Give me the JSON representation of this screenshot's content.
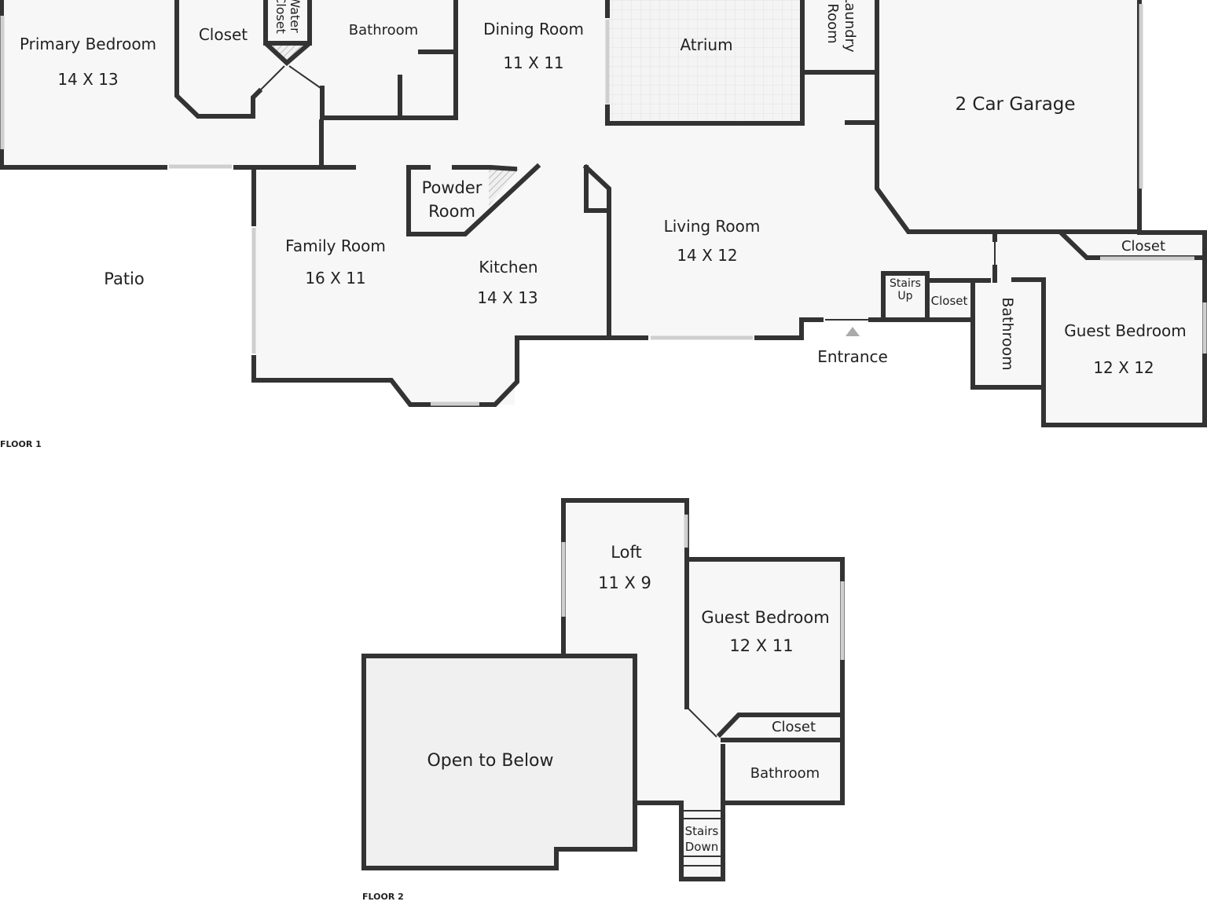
{
  "floor1": {
    "label": "FLOOR 1",
    "rooms": {
      "primary_bedroom": {
        "name": "Primary Bedroom",
        "dims": "14 X 13"
      },
      "closet_primary": {
        "name": "Closet"
      },
      "water_closet": {
        "name1": "Water",
        "name2": "Closet"
      },
      "bathroom_primary": {
        "name": "Bathroom"
      },
      "dining_room": {
        "name": "Dining Room",
        "dims": "11 X 11"
      },
      "atrium": {
        "name": "Atrium"
      },
      "laundry_room": {
        "name1": "Laundry",
        "name2": "Room"
      },
      "garage": {
        "name": "2 Car Garage"
      },
      "powder_room": {
        "name1": "Powder",
        "name2": "Room"
      },
      "family_room": {
        "name": "Family Room",
        "dims": "16 X 11"
      },
      "kitchen": {
        "name": "Kitchen",
        "dims": "14 X 13"
      },
      "living_room": {
        "name": "Living Room",
        "dims": "14 X 12"
      },
      "patio": {
        "name": "Patio"
      },
      "stairs_up": {
        "name1": "Stairs",
        "name2": "Up"
      },
      "closet_entry": {
        "name": "Closet"
      },
      "bathroom_guest": {
        "name": "Bathroom"
      },
      "closet_guest": {
        "name": "Closet"
      },
      "guest_bedroom": {
        "name": "Guest Bedroom",
        "dims": "12 X 12"
      },
      "entrance": {
        "name": "Entrance"
      }
    }
  },
  "floor2": {
    "label": "FLOOR 2",
    "rooms": {
      "loft": {
        "name": "Loft",
        "dims": "11 X 9"
      },
      "guest_bedroom": {
        "name": "Guest Bedroom",
        "dims": "12 X 11"
      },
      "closet": {
        "name": "Closet"
      },
      "bathroom": {
        "name": "Bathroom"
      },
      "open_to_below": {
        "name": "Open to Below"
      },
      "stairs_down": {
        "name1": "Stairs",
        "name2": "Down"
      }
    }
  },
  "colors": {
    "wall": "#333333",
    "floor": "#f7f7f7",
    "open_area": "#f0f0f0",
    "window": "#cfcfcf"
  }
}
